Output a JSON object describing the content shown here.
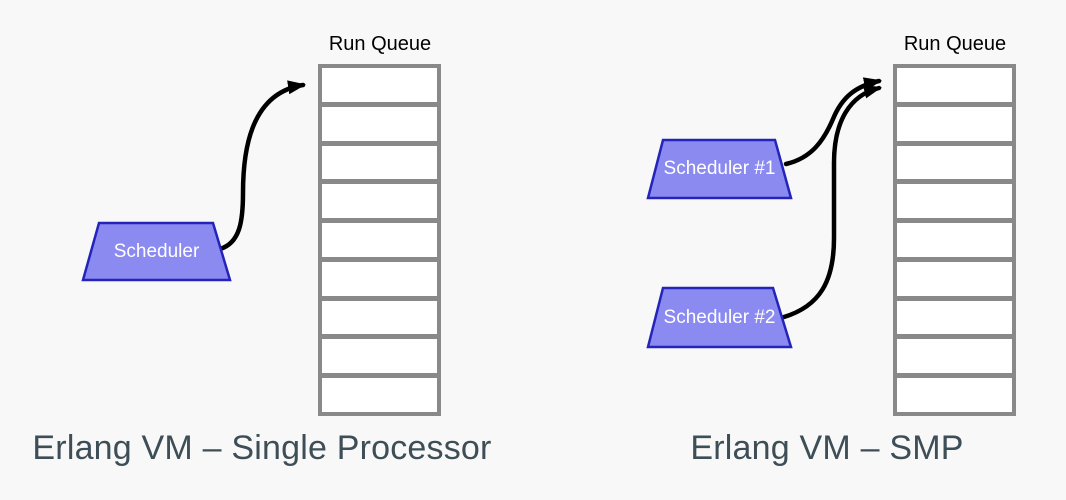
{
  "colors": {
    "background": "#f8f8f8",
    "scheduler_fill": "#8a8af0",
    "scheduler_border": "#2424bb",
    "scheduler_text_color": "#ffffff",
    "queue_border": "#898989",
    "queue_cell_fill": "#ffffff",
    "arrow_color": "#000000",
    "label_color": "#000000",
    "caption_color": "#3d4e56"
  },
  "left_diagram": {
    "run_queue_label": "Run Queue",
    "queue_slot_count": 9,
    "schedulers": [
      {
        "label": "Scheduler"
      }
    ],
    "caption": "Erlang VM – Single Processor"
  },
  "right_diagram": {
    "run_queue_label": "Run Queue",
    "queue_slot_count": 9,
    "schedulers": [
      {
        "label": "Scheduler #1"
      },
      {
        "label": "Scheduler #2"
      }
    ],
    "caption": "Erlang VM – SMP"
  }
}
